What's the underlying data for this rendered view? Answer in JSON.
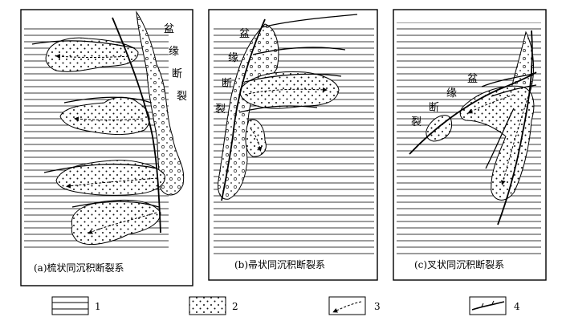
{
  "panels": [
    {
      "caption": "(a)梳状同沉积断裂系",
      "fault_label": [
        "盆",
        "缘",
        "断",
        "裂"
      ]
    },
    {
      "caption": "(b)帚状同沉积断裂系",
      "fault_label": [
        "盆",
        "缘",
        "断",
        "裂"
      ]
    },
    {
      "caption": "(c)叉状同沉积断裂系",
      "fault_label": [
        "盆",
        "缘",
        "断",
        "裂"
      ]
    }
  ],
  "legend": [
    {
      "number": "1",
      "symbol": "horizontal-line-pattern-icon"
    },
    {
      "number": "2",
      "symbol": "dotted-sand-pattern-icon"
    },
    {
      "number": "3",
      "symbol": "dashed-flow-arrow-icon"
    },
    {
      "number": "4",
      "symbol": "fault-line-icon"
    }
  ]
}
